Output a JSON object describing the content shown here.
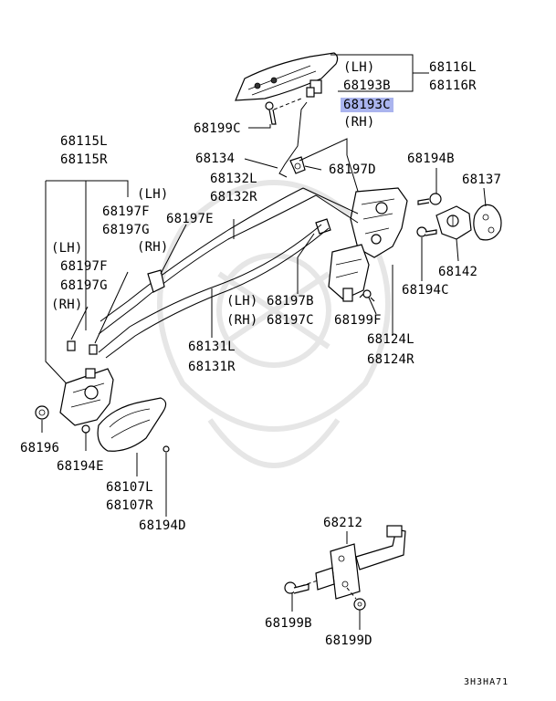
{
  "labels": {
    "lh_top": "(LH)",
    "p68193B": "68193B",
    "p68193C": "68193C",
    "rh_top": "(RH)",
    "p68116L": "68116L",
    "p68116R": "68116R",
    "p68199C": "68199C",
    "p68115L": "68115L",
    "p68115R": "68115R",
    "p68134": "68134",
    "p68197D": "68197D",
    "p68194B": "68194B",
    "p68137": "68137",
    "p68132L": "68132L",
    "p68132R": "68132R",
    "lh_f": "(LH)",
    "p68197F_a": "68197F",
    "p68197G_a": "68197G",
    "p68197E": "68197E",
    "rh_e": "(RH)",
    "lh_left": "(LH)",
    "p68197F_b": "68197F",
    "p68197G_b": "68197G",
    "rh_left": "(RH)",
    "p68142": "68142",
    "p68194C": "68194C",
    "lh_b": "(LH)",
    "p68197B": "68197B",
    "rh_c": "(RH)",
    "p68197C": "68197C",
    "p68199F": "68199F",
    "p68131L": "68131L",
    "p68131R": "68131R",
    "p68124L": "68124L",
    "p68124R": "68124R",
    "p68196": "68196",
    "p68194E": "68194E",
    "p68107L": "68107L",
    "p68107R": "68107R",
    "p68194D": "68194D",
    "p68212": "68212",
    "p68199B": "68199B",
    "p68199D": "68199D",
    "diagram_code": "3H3HA71"
  },
  "highlight": {
    "part": "68193C",
    "color": "#aab4ee"
  }
}
